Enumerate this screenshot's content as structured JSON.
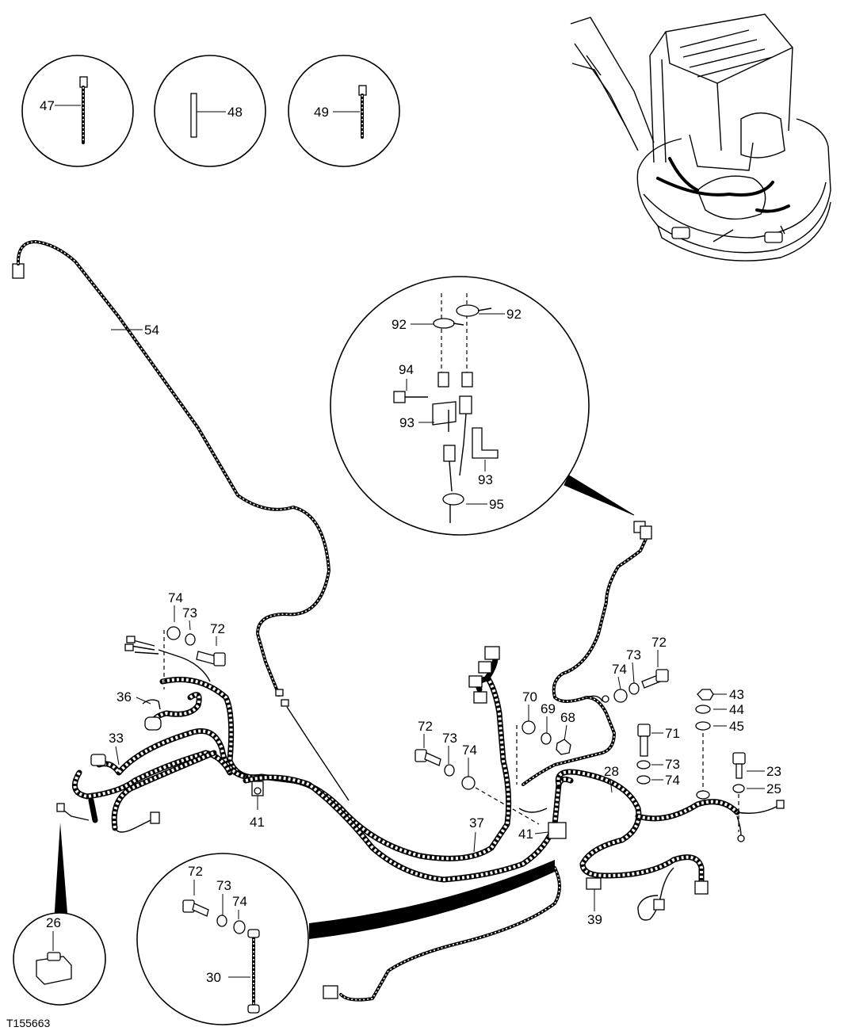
{
  "figure_id": "T155663",
  "callouts": {
    "c47": "47",
    "c48": "48",
    "c49": "49",
    "c54": "54",
    "c92a": "92",
    "c92b": "92",
    "c94": "94",
    "c93a": "93",
    "c93b": "93",
    "c95": "95",
    "c74a": "74",
    "c73a": "73",
    "c72a": "72",
    "c36": "36",
    "c33": "33",
    "c41a": "41",
    "c37": "37",
    "c41b": "41",
    "c72b": "72",
    "c73b": "73",
    "c74b": "74",
    "c70": "70",
    "c69": "69",
    "c68": "68",
    "c74c": "74",
    "c73c": "73",
    "c72c": "72",
    "c43": "43",
    "c44": "44",
    "c45": "45",
    "c71": "71",
    "c73d": "73",
    "c74d": "74",
    "c28": "28",
    "c23": "23",
    "c25": "25",
    "c39": "39",
    "c26": "26",
    "c72d": "72",
    "c73e": "73",
    "c74e": "74",
    "c30": "30"
  }
}
